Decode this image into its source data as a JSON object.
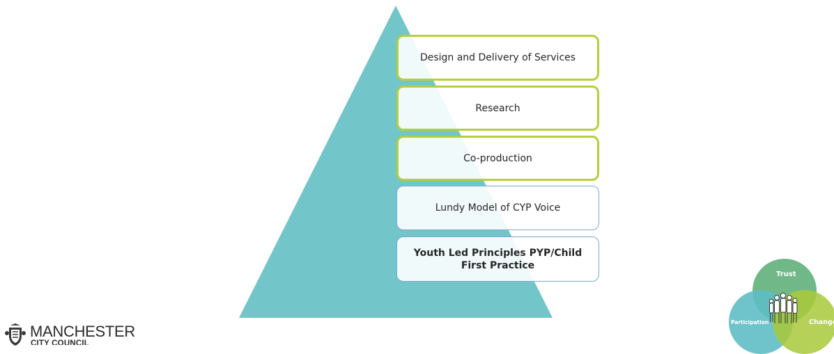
{
  "pyramid": {
    "color": "#72c5c8",
    "levels": [
      {
        "label": "Design and Delivery of Services",
        "style": "green"
      },
      {
        "label": "Research",
        "style": "green"
      },
      {
        "label": "Co-production",
        "style": "green"
      },
      {
        "label": "Lundy Model of CYP Voice",
        "style": "blue"
      },
      {
        "label": "Youth Led Principles PYP/Child First Practice",
        "style": "blue-bold"
      }
    ]
  },
  "logo": {
    "name": "MANCHESTER",
    "sub": "CITY COUNCIL"
  },
  "venn": {
    "circles": [
      {
        "label": "Trust",
        "color": "#69b482"
      },
      {
        "label": "Participation",
        "color": "#5fbcc4"
      },
      {
        "label": "Change",
        "color": "#a9c93a"
      }
    ]
  }
}
